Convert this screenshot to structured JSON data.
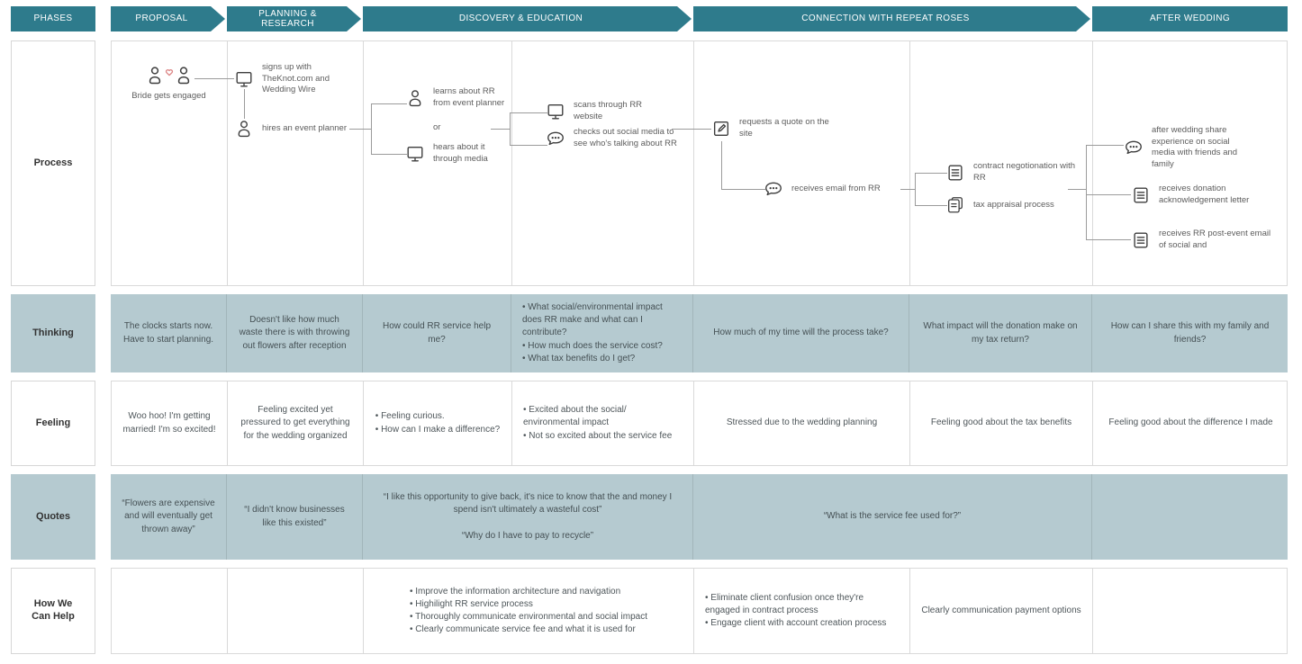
{
  "header": {
    "phases_label": "PHASES",
    "phases": [
      {
        "label": "PROPOSAL"
      },
      {
        "label": "PLANNING & RESEARCH"
      },
      {
        "label": "DISCOVERY & EDUCATION"
      },
      {
        "label": "CONNECTION WITH REPEAT ROSES"
      },
      {
        "label": "AFTER WEDDING"
      }
    ]
  },
  "colors": {
    "phase_teal": "#2e7b8c",
    "band_blue": "#b5cad0",
    "connector_gray": "#9b9b9b",
    "border_gray": "#d9d9d9",
    "heart_red": "#dc8585"
  },
  "process": {
    "label": "Process",
    "items": [
      {
        "icon": "couple-heart-icon",
        "text": "Bride gets engaged"
      },
      {
        "icon": "monitor-icon",
        "text": "signs up with TheKnot.com and Wedding Wire"
      },
      {
        "icon": "person-icon",
        "text": "hires an event planner"
      },
      {
        "icon": "person-icon",
        "text": "learns about RR from event planner"
      },
      {
        "icon": null,
        "text": "or"
      },
      {
        "icon": "monitor-icon",
        "text": "hears about it through media"
      },
      {
        "icon": "monitor-icon",
        "text": "scans through RR website"
      },
      {
        "icon": "chat-icon",
        "text": "checks out social media to see who's talking about RR"
      },
      {
        "icon": "pencil-icon",
        "text": "requests a quote on the site"
      },
      {
        "icon": "chat-icon",
        "text": "receives email from RR"
      },
      {
        "icon": "document-icon",
        "text": "contract negotionation with RR"
      },
      {
        "icon": "pages-icon",
        "text": "tax appraisal process"
      },
      {
        "icon": "chat-icon",
        "text": "after wedding share experience on social media with friends and family"
      },
      {
        "icon": "document-icon",
        "text": "receives donation acknowledgement letter"
      },
      {
        "icon": "document-icon",
        "text": "receives RR post-event email of social and"
      }
    ]
  },
  "thinking": {
    "label": "Thinking",
    "cells": [
      {
        "text": "The clocks starts now. Have to start planning."
      },
      {
        "text": "Doesn't like how much waste there is with throwing out flowers after reception"
      },
      {
        "text": "How could RR service help me?"
      },
      {
        "text": "• What social/environmental impact does RR make and what can I contribute?\n• How much does the service cost?\n• What tax benefits do I get?"
      },
      {
        "text": "How much of my time will the process take?"
      },
      {
        "text": "What impact will the donation make on my tax return?"
      },
      {
        "text": "How can I share this with my family and friends?"
      }
    ]
  },
  "feeling": {
    "label": "Feeling",
    "cells": [
      {
        "text": "Woo hoo!  I'm getting married!  I'm so excited!"
      },
      {
        "text": "Feeling excited yet pressured to get everything for the wedding organized"
      },
      {
        "text": "• Feeling curious.\n• How can I make a difference?"
      },
      {
        "text": "• Excited about the social/ environmental impact\n• Not so excited about the service fee"
      },
      {
        "text": "Stressed due to the wedding planning"
      },
      {
        "text": "Feeling good about the tax benefits"
      },
      {
        "text": "Feeling good about the difference I made"
      }
    ]
  },
  "quotes": {
    "label": "Quotes",
    "cells": [
      {
        "text": "“Flowers are expensive and will eventually get thrown away”"
      },
      {
        "text": "“I didn't know businesses like this existed”"
      },
      {
        "text": "“I like this opportunity to give back, it's nice to know that the and money I spend isn't ultimately a wasteful cost”\n\n“Why do I have to pay to recycle”"
      },
      {
        "text": "“What is the service fee used for?”"
      },
      {
        "text": ""
      }
    ]
  },
  "help": {
    "label": "How We Can Help",
    "cells": [
      {
        "text": ""
      },
      {
        "text": ""
      },
      {
        "text": "• Improve the information architecture and navigation\n• Highilight RR service process\n• Thoroughly communicate environmental and social impact\n• Clearly communicate service fee and what it is used for"
      },
      {
        "text": "• Eliminate client confusion once they're engaged in contract process\n• Engage client with account creation process"
      },
      {
        "text": "Clearly communication payment options"
      },
      {
        "text": ""
      }
    ]
  }
}
